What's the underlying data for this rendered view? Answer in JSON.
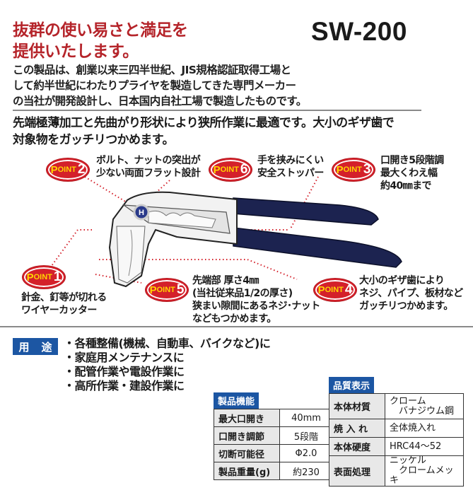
{
  "header": {
    "headline_line1": "抜群の使い易さと満足を",
    "headline_line2": "提供いたします。",
    "model": "SW-200",
    "intro_lines": [
      "この製品は、創業以来三四半世紀、JIS規格認証取得工場と",
      "して約半世紀にわたりプライヤを製造してきた専門メーカー",
      "の当社が開発設計し、日本国内自社工場で製造したものです。"
    ]
  },
  "feature": {
    "lines": [
      "先端極薄加工と先曲がり形状により狭所作業に最適です。大小のギザ歯で",
      "対象物をガッチリつかめます。"
    ]
  },
  "points": [
    {
      "badge_prefix": "Point",
      "number": "1",
      "lines": [
        "針金、釘等が切れる",
        "ワイヤーカッター"
      ]
    },
    {
      "badge_prefix": "Point",
      "number": "2",
      "lines": [
        "ボルト、ナットの突出が",
        "少ない両面フラット設計"
      ]
    },
    {
      "badge_prefix": "Point",
      "number": "3",
      "lines": [
        "口開き5段階調",
        "最大くわえ幅",
        "約40㎜まで"
      ]
    },
    {
      "badge_prefix": "Point",
      "number": "4",
      "lines": [
        "大小のギザ歯により",
        "ネジ、パイプ、板材など",
        "ガッチリつかめます。"
      ]
    },
    {
      "badge_prefix": "Point",
      "number": "5",
      "lines": [
        "先端部 厚さ4㎜",
        "(当社従来品1/2の厚さ)",
        "狭まい隙間にあるネジ･ナット",
        "などもつかめます。"
      ]
    },
    {
      "badge_prefix": "Point",
      "number": "6",
      "lines": [
        "手を挟みにくい",
        "安全ストッパー"
      ]
    }
  ],
  "usage": {
    "label_chars": [
      "用",
      "途"
    ],
    "items": [
      "各種整備(機械、自動車、バイクなど)に",
      "家庭用メンテナンスに",
      "配管作業や電設作業に",
      "高所作業・建設作業に"
    ]
  },
  "spec_table": {
    "title": "製品機能",
    "rows": [
      {
        "key": "最大口開き",
        "value": "40mm"
      },
      {
        "key": "口開き調節",
        "value": "5段階"
      },
      {
        "key": "切断可能径",
        "value": "Φ2.0"
      },
      {
        "key": "製品重量(g)",
        "value": "約230"
      }
    ]
  },
  "quality_table": {
    "title": "品質表示",
    "rows": [
      {
        "key": "本体材質",
        "value_lines": [
          "クローム",
          "　バナジウム鋼"
        ]
      },
      {
        "key": "焼 入 れ",
        "value_lines": [
          "全体焼入れ"
        ]
      },
      {
        "key": "本体硬度",
        "value_lines": [
          "HRC44～52"
        ]
      },
      {
        "key": "表面処理",
        "value_lines": [
          "ニッケル",
          "　クロームメッキ"
        ]
      }
    ]
  },
  "colors": {
    "headline_red": "#b5242a",
    "badge_red": "#d4202a",
    "badge_yellow": "#ffd400",
    "label_blue": "#1c56a3",
    "grip_navy": "#1c2350",
    "leader_red": "#d4202a"
  }
}
